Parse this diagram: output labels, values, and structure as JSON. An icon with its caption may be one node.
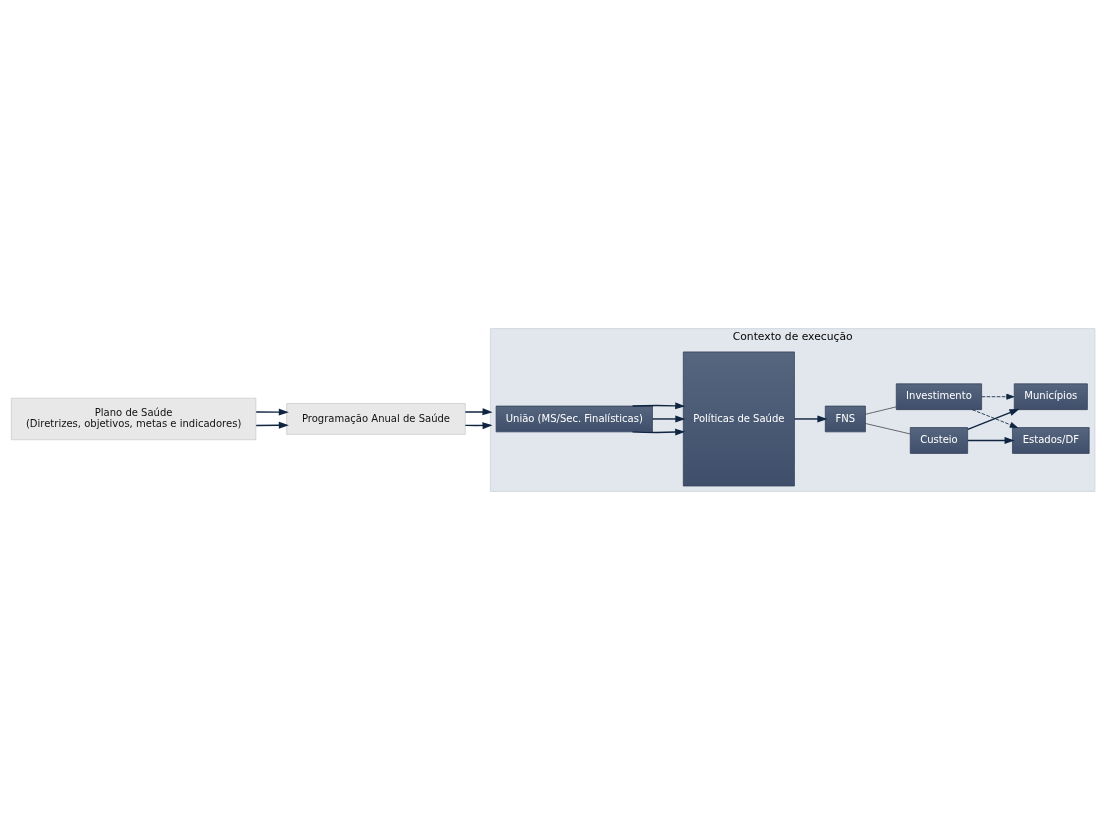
{
  "diagram": {
    "nodes": [
      {
        "text": [
          "Plano de Saúde",
          "(Diretrizes, objetivos, metas e indicadores)"
        ]
      },
      {
        "text": [
          "Programação Anual de Saúde"
        ]
      },
      {
        "text": [
          "Contexto de execução"
        ]
      },
      {
        "text": [
          "União (MS/Sec. Finalísticas)"
        ],
        "in": 2
      },
      {
        "text": [
          "Políticas de Saúde"
        ],
        "in": 2
      },
      {
        "text": [
          "FNS"
        ],
        "in": 2
      },
      {
        "text": [
          "Custeio"
        ],
        "in": 2
      },
      {
        "text": [
          "Investimento"
        ],
        "in": 2
      },
      {
        "text": [
          "Estados/DF"
        ],
        "in": 2
      },
      {
        "text": [
          "Municípios"
        ],
        "in": 2
      }
    ],
    "edges": [
      {
        "from": 0,
        "to": 1,
        "arrow": "to"
      },
      {
        "from": 0,
        "to": 1,
        "arrow": "to"
      },
      {
        "from": 1,
        "to": 2,
        "arrow": "to"
      },
      {
        "from": 1,
        "to": 2,
        "arrow": "to"
      },
      {
        "from": 3,
        "to": 4,
        "arrow": "to"
      },
      {
        "from": 3,
        "to": 4,
        "arrow": "to"
      },
      {
        "from": 3,
        "to": 4,
        "arrow": "to"
      },
      {
        "from": 4,
        "to": 5,
        "arrow": "to"
      },
      {
        "from": 5,
        "to": 6,
        "arrow": "none"
      },
      {
        "from": 5,
        "to": 7,
        "arrow": "none"
      },
      {
        "from": 6,
        "to": 8,
        "arrow": "to"
      },
      {
        "from": 6,
        "to": 9,
        "arrow": "to"
      },
      {
        "from": 7,
        "to": 8,
        "arrow": "to",
        "style": "dashed"
      },
      {
        "from": 7,
        "to": 9,
        "arrow": "to",
        "style": "dashed"
      }
    ]
  }
}
